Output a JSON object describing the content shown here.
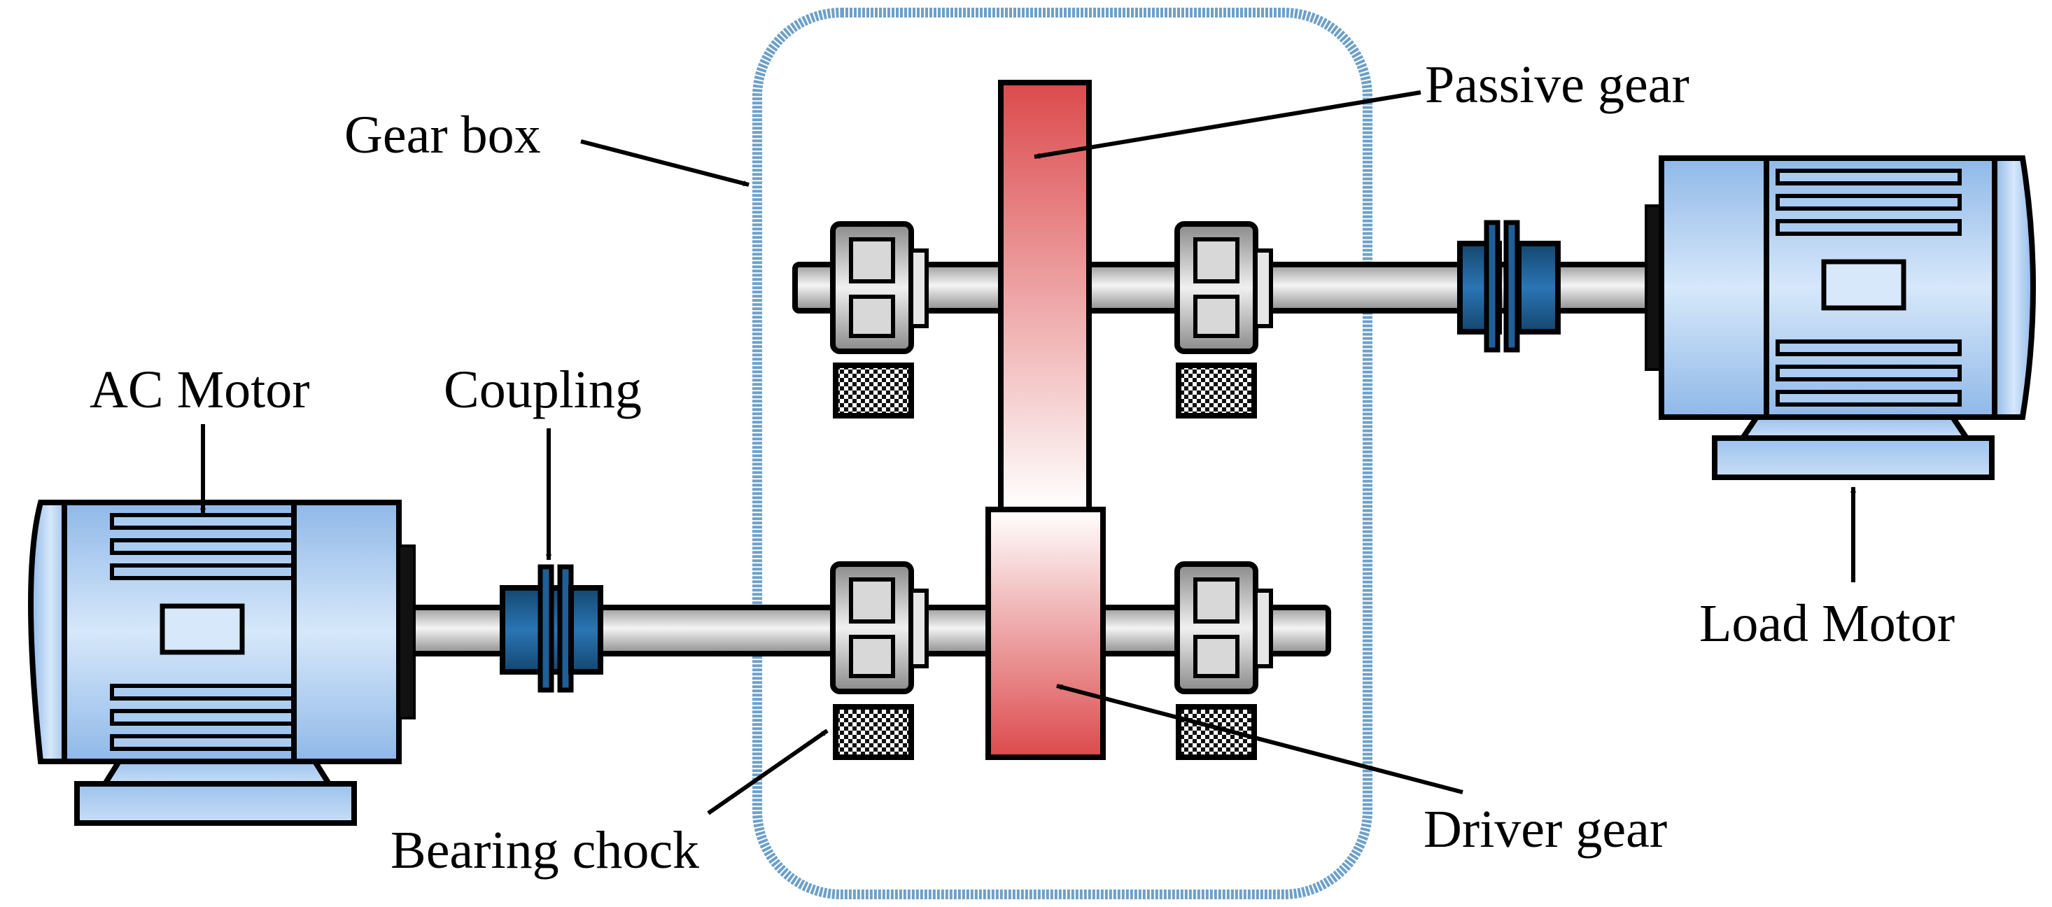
{
  "labels": {
    "passive_gear": "Passive gear",
    "gear_box": "Gear box",
    "ac_motor": "AC Motor",
    "coupling": "Coupling",
    "load_motor": "Load Motor",
    "bearing_chock": "Bearing chock",
    "driver_gear": "Driver gear"
  },
  "colors": {
    "motor_fill": "#aaccf2",
    "motor_fill_light": "#d6e8fa",
    "motor_fill_dark": "#8fb8e8",
    "shaft_light": "#f2f2f2",
    "shaft_dark": "#a8a8a8",
    "coupling_blue": "#1f5f97",
    "gear_red": "#dc4a4c",
    "gear_light": "#ffffff",
    "bearing_gray": "#9e9e9e",
    "gearbox_border": "#6ea0c8",
    "outline": "#000000"
  }
}
